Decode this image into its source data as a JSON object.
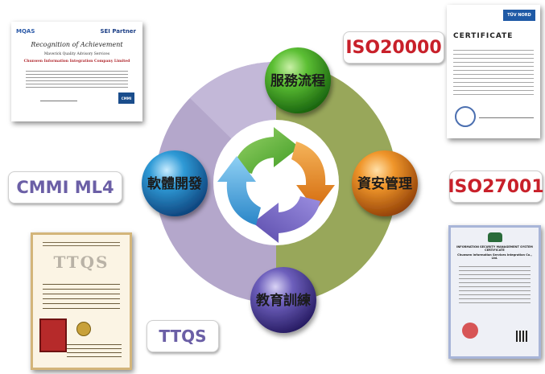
{
  "processes": {
    "top": "服務流程",
    "right": "資安管理",
    "bottom": "教育訓練",
    "left": "軟體開發"
  },
  "standards": {
    "iso20000": "ISO20000",
    "iso27001": "ISO27001",
    "cmmi": "CMMI ML4",
    "ttqs": "TTQS"
  },
  "certificates": {
    "cmmi": {
      "logo_left": "MQAS",
      "logo_right": "SEI Partner",
      "heading": "Recognition of Achievement",
      "issuer": "Maverick Quality Advisory Services",
      "company": "Chunwen Information Integration Company Limited",
      "badge": "CMMI"
    },
    "iso20000": {
      "brand": "TÜV NORD",
      "heading": "CERTIFICATE"
    },
    "iso27001": {
      "heading": "INFORMATION SECURITY MANAGEMENT SYSTEM CERTIFICATE",
      "company": "Chunwen Information Services Integration Co., Ltd."
    },
    "ttqs": {
      "mark": "TTQS"
    }
  },
  "colors": {
    "olive_quadrant": "#98a75a",
    "purple_quadrant": "#b4a7cb",
    "green_ball": "#3fa12a",
    "orange_ball": "#e8811a",
    "blue_ball": "#1f86c2",
    "purple_ball": "#5c4fa6",
    "label_red": "#c8202a",
    "label_purple": "#6b5fa6"
  }
}
